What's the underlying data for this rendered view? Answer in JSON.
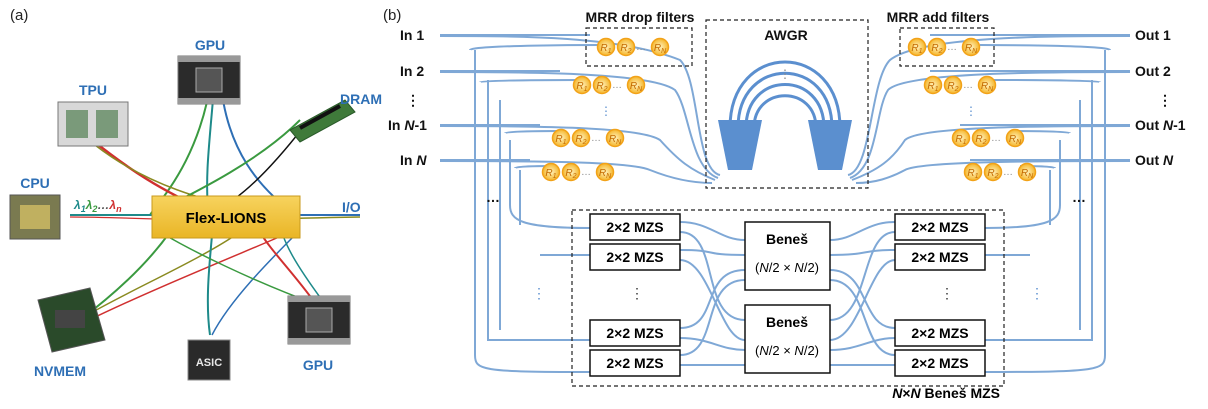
{
  "panel_a": {
    "label": "(a)",
    "hub": "Flex-LIONS",
    "devices": {
      "gpu_top": "GPU",
      "tpu": "TPU",
      "dram": "DRAM",
      "cpu": "CPU",
      "io": "I/O",
      "nvmem": "NVMEM",
      "asic": "ASIC",
      "gpu_bottom": "GPU"
    },
    "wavelengths": {
      "l1": "λ",
      "s1": "1",
      "l2": "λ",
      "s2": "2",
      "dots": "…",
      "ln": "λ",
      "sn": "n"
    }
  },
  "panel_b": {
    "label": "(b)",
    "drop_filters": "MRR drop filters",
    "add_filters": "MRR add filters",
    "awgr": "AWGR",
    "inputs": {
      "in1": "In 1",
      "in2": "In 2",
      "vdots": "⋮",
      "inN1a": "In ",
      "inN1b": "N",
      "inN1c": "-1",
      "inNa": "In ",
      "inNb": "N"
    },
    "outputs": {
      "out1": "Out 1",
      "out2": "Out 2",
      "vdots": "⋮",
      "outN1a": "Out ",
      "outN1b": "N",
      "outN1c": "-1",
      "outNa": "Out ",
      "outNb": "N"
    },
    "ring_labels": {
      "r1": "R",
      "s1": "1",
      "r2": "R",
      "s2": "2",
      "rn": "R",
      "sn": "N"
    },
    "mzs": "2×2 MZS",
    "benes": "Beneš",
    "frac": {
      "num": "N",
      "den": "2",
      "times": "×"
    },
    "benes_caption": {
      "n1": "N",
      "x": "×",
      "n2": "N",
      "rest": " Beneš MZS"
    },
    "ellipsis_h": "…",
    "ellipsis_v": "⋮"
  },
  "colors": {
    "waveguide": "#7fa8d6",
    "awgr_fill": "#5b8fcf",
    "hub_fill": "#f3c640",
    "ring": "#f2a218",
    "device_label": "#2e6fb5",
    "link_red": "#d03030",
    "link_green": "#3a9a40",
    "link_teal": "#1e8a8a",
    "link_blue": "#2e6fb5",
    "link_olive": "#8a8a20"
  }
}
